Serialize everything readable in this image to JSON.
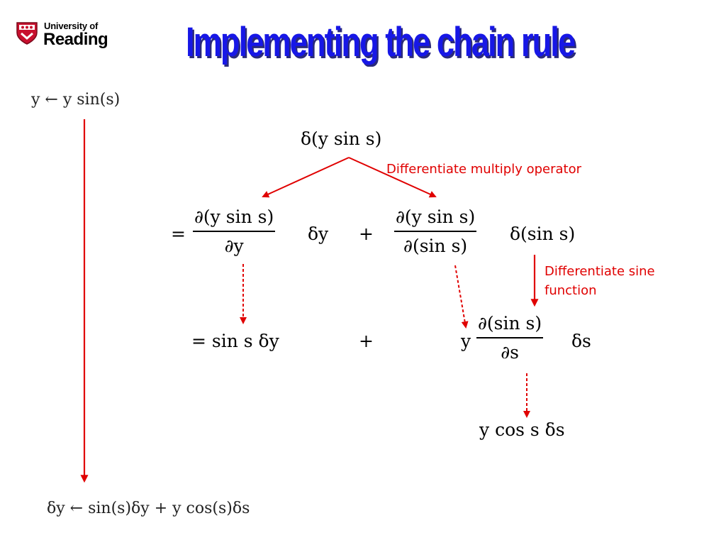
{
  "logo": {
    "line1": "University of",
    "line2": "Reading"
  },
  "title": "Implementing the chain rule",
  "equations": {
    "forward": "y ← y sin(s)",
    "backward": "δy ← sin(s)δy + y cos(s)δs",
    "top": "δ(y sin s)",
    "frac1_num": "∂(y sin s)",
    "frac1_den": "∂y",
    "delta_y": "δy",
    "plus": "+",
    "frac2_num": "∂(y sin s)",
    "frac2_den": "∂(sin s)",
    "delta_sin": "δ(sin s)",
    "equals": "=",
    "row3_left": "= sin s δy",
    "plus2": "+",
    "y_prefix": "y",
    "frac3_num": "∂(sin s)",
    "frac3_den": "∂s",
    "delta_s": "δs",
    "result": "y cos s δs"
  },
  "annotations": {
    "multiply": "Differentiate multiply operator",
    "sine": "Differentiate sine function"
  },
  "colors": {
    "title": "#1717e6",
    "arrow": "#e00000",
    "crest": "#c8102e"
  }
}
